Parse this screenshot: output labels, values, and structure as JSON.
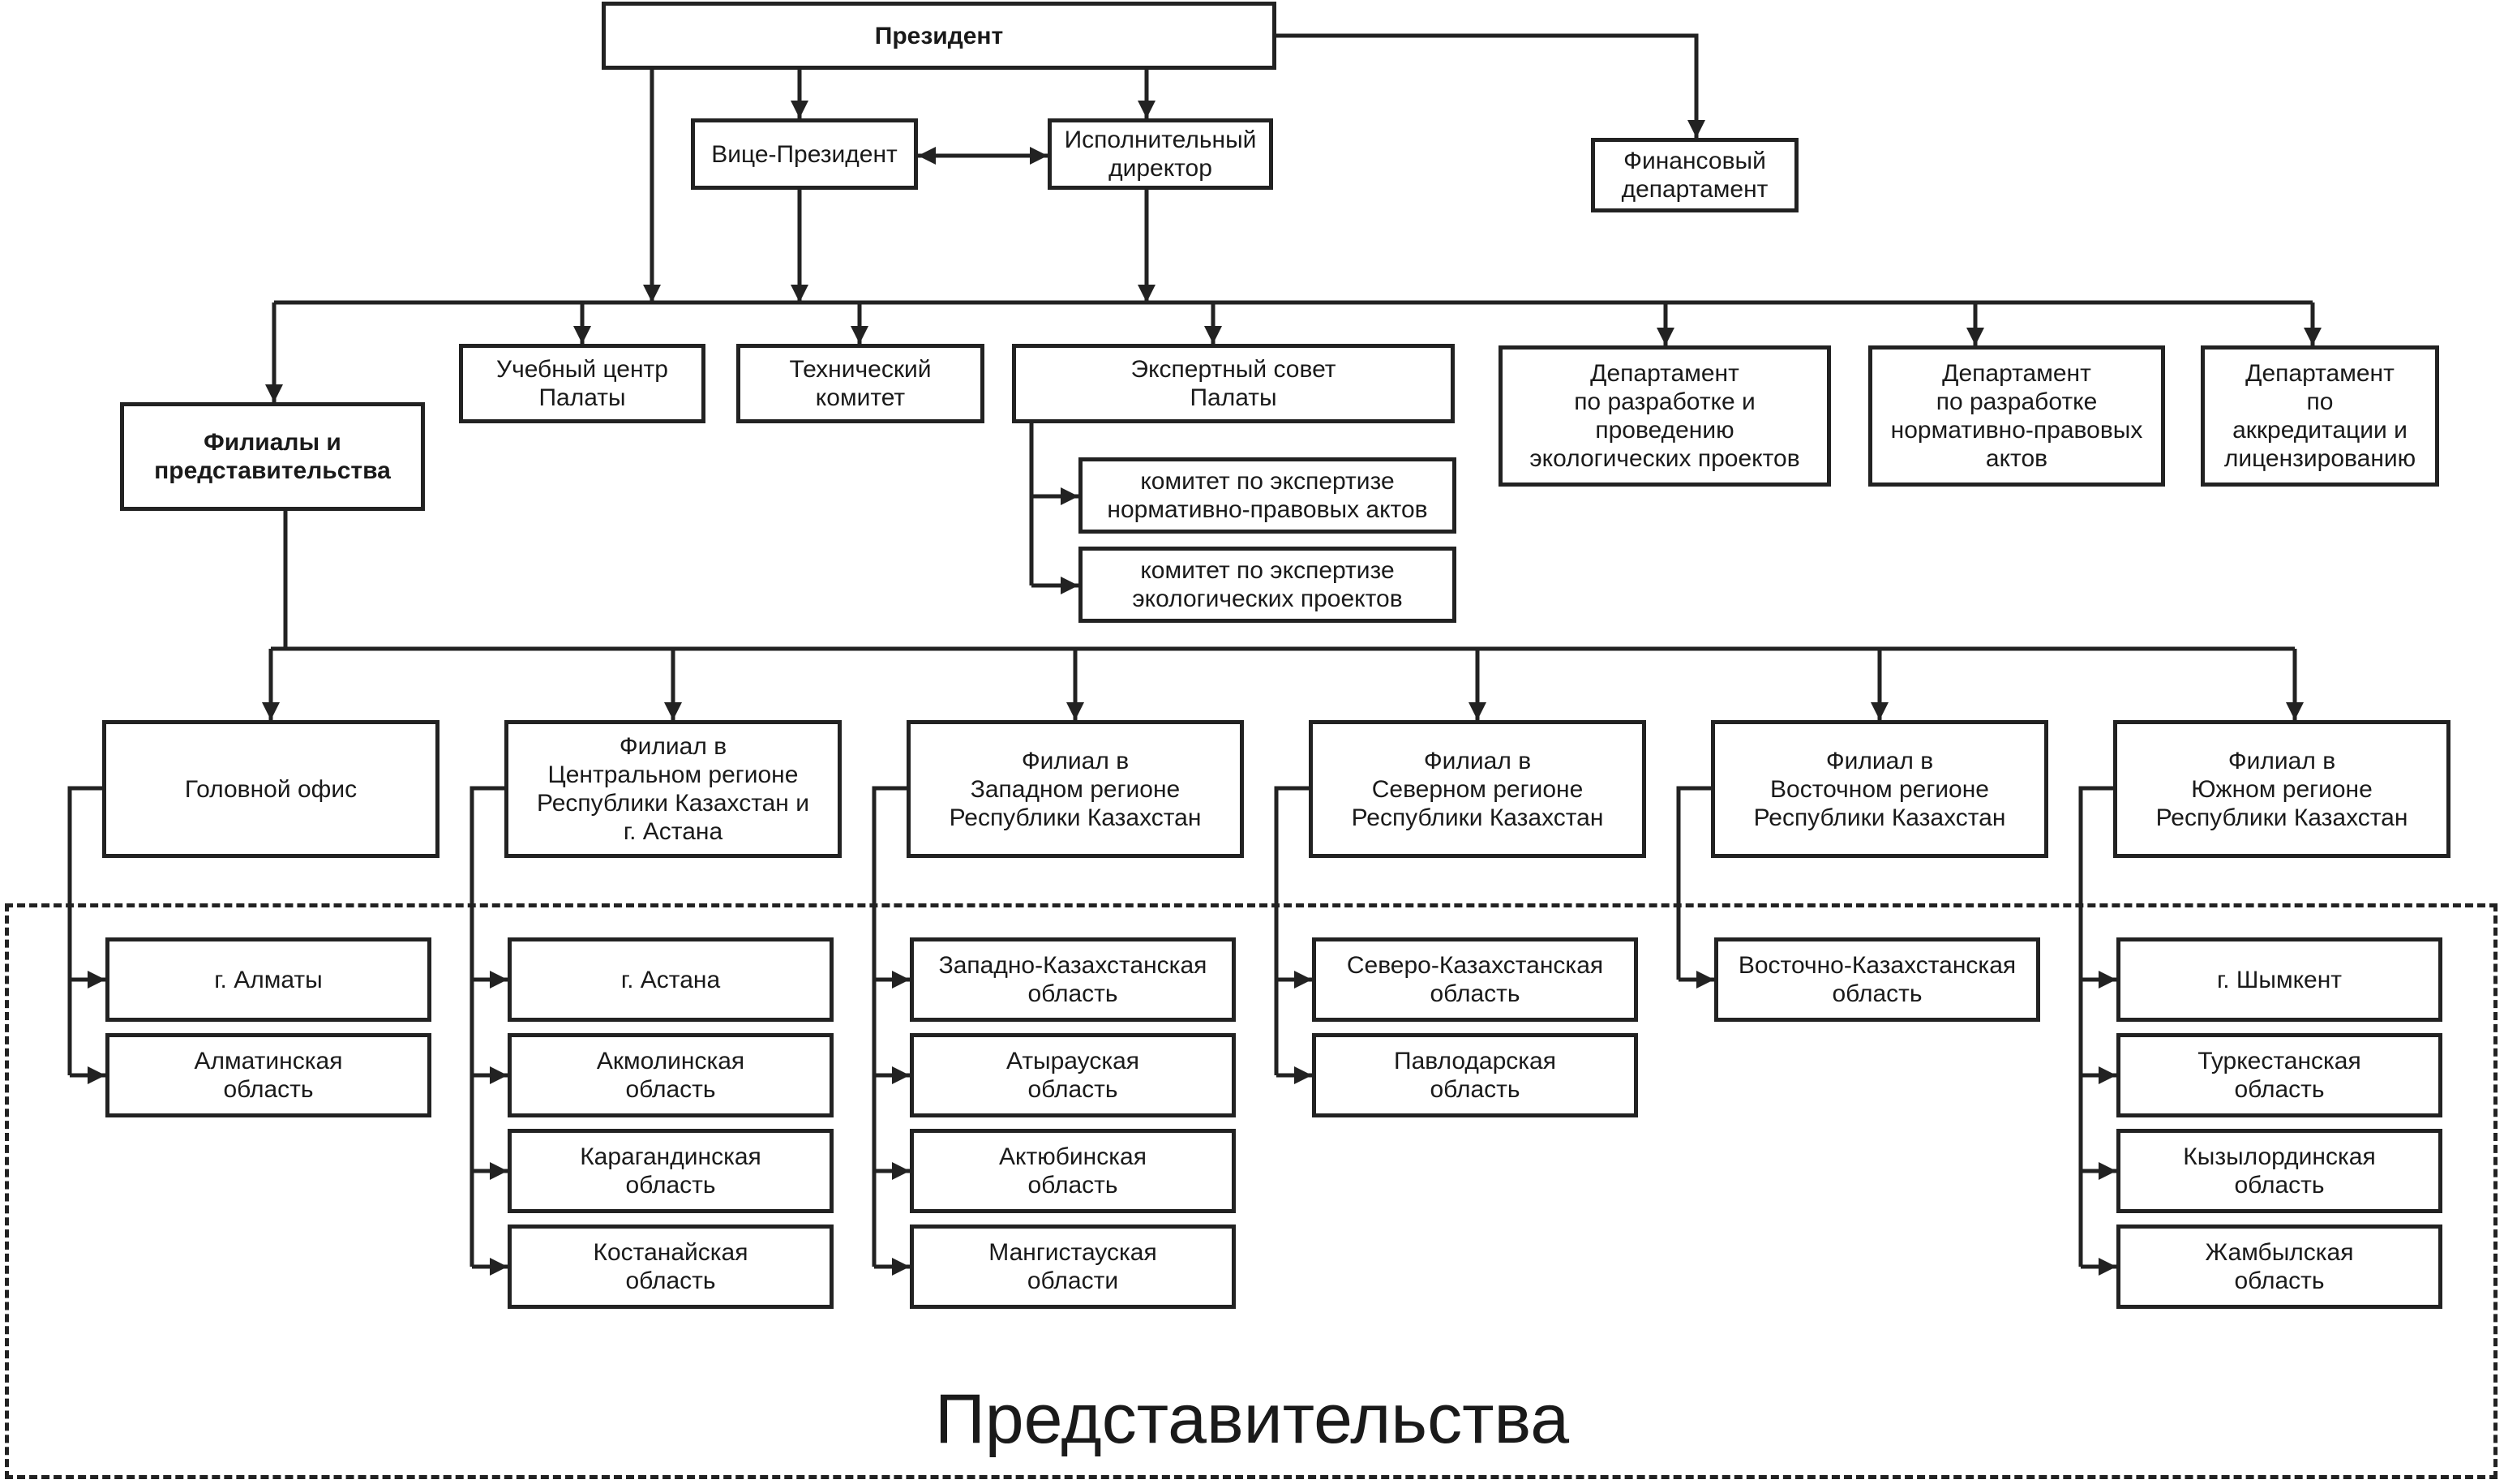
{
  "top": {
    "president": "Президент",
    "vice_president": "Вице-Президент",
    "executive_director": "Исполнительный\nдиректор",
    "finance_department": "Финансовый\nдепартамент"
  },
  "level2": {
    "training_center": "Учебный центр\nПалаты",
    "technical_committee": "Технический\nкомитет",
    "expert_council": "Экспертный совет\nПалаты",
    "dept_eco_projects": "Департамент\nпо разработке и\nпроведению\nэкологических проектов",
    "dept_normative_acts": "Департамент\nпо разработке\nнормативно-правовых\nактов",
    "dept_accreditation": "Департамент\nпо\nаккредитации и\nлицензированию",
    "branches_and_offices": "Филиалы и\nпредставительства"
  },
  "committees": {
    "legal_expertise": "комитет по экспертизе\nнормативно-правовых актов",
    "eco_expertise": "комитет по экспертизе\nэкологических проектов"
  },
  "branches": [
    {
      "label": "Головной офис",
      "offices": [
        "г. Алматы",
        "Алматинская\nобласть"
      ]
    },
    {
      "label": "Филиал в\nЦентральном регионе\nРеспублики Казахстан и\nг. Астана",
      "offices": [
        "г. Астана",
        "Акмолинская\nобласть",
        "Карагандинская\nобласть",
        "Костанайская\nобласть"
      ]
    },
    {
      "label": "Филиал в\nЗападном регионе\nРеспублики Казахстан",
      "offices": [
        "Западно-Казахстанская\nобласть",
        "Атырауская\nобласть",
        "Актюбинская\nобласть",
        "Мангистауская\nобласти"
      ]
    },
    {
      "label": "Филиал в\nСеверном регионе\nРеспублики Казахстан",
      "offices": [
        "Северо-Казахстанская\nобласть",
        "Павлодарская\nобласть"
      ]
    },
    {
      "label": "Филиал в\nВосточном регионе\nРеспублики Казахстан",
      "offices": [
        "Восточно-Казахстанская\nобласть"
      ]
    },
    {
      "label": "Филиал в\nЮжном регионе\nРеспублики Казахстан",
      "offices": [
        "г. Шымкент",
        "Туркестанская\nобласть",
        "Кызылординская\nобласть",
        "Жамбылская\nобласть"
      ]
    }
  ],
  "representative_offices_title": "Представительства"
}
